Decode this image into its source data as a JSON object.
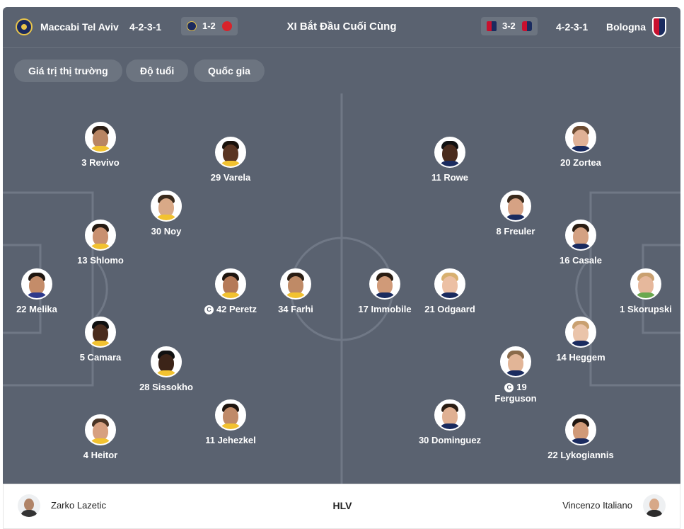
{
  "header": {
    "home_team": "Maccabi Tel Aviv",
    "home_formation": "4-2-3-1",
    "home_recent_score": "1-2",
    "title": "XI Bắt Đầu Cuối Cùng",
    "away_recent_score": "3-2",
    "away_formation": "4-2-3-1",
    "away_team": "Bologna"
  },
  "filters": {
    "market_value": "Giá trị thị trường",
    "age": "Độ tuổi",
    "nationality": "Quốc gia"
  },
  "home_players": [
    {
      "label": "3 Revivo",
      "captain": false
    },
    {
      "label": "29 Varela",
      "captain": false
    },
    {
      "label": "30 Noy",
      "captain": false
    },
    {
      "label": "13 Shlomo",
      "captain": false
    },
    {
      "label": "22 Melika",
      "captain": false
    },
    {
      "label": "42 Peretz",
      "captain": true
    },
    {
      "label": "34 Farhi",
      "captain": false
    },
    {
      "label": "5 Camara",
      "captain": false
    },
    {
      "label": "28 Sissokho",
      "captain": false
    },
    {
      "label": "4 Heitor",
      "captain": false
    },
    {
      "label": "11 Jehezkel",
      "captain": false
    }
  ],
  "away_players": [
    {
      "label": "11 Rowe",
      "captain": false
    },
    {
      "label": "20 Zortea",
      "captain": false
    },
    {
      "label": "8 Freuler",
      "captain": false
    },
    {
      "label": "16 Casale",
      "captain": false
    },
    {
      "label": "17 Immobile",
      "captain": false
    },
    {
      "label": "21 Odgaard",
      "captain": false
    },
    {
      "label": "1 Skorupski",
      "captain": false
    },
    {
      "label": "14 Heggem",
      "captain": false
    },
    {
      "label": "19 Ferguson",
      "captain": true
    },
    {
      "label": "30 Dominguez",
      "captain": false
    },
    {
      "label": "22 Lykogiannis",
      "captain": false
    }
  ],
  "coaches": {
    "home": "Zarko Lazetic",
    "center_label": "HLV",
    "away": "Vincenzo Italiano"
  },
  "captain_symbol": "C",
  "colors": {
    "pitch": "#5a6270",
    "pill": "#6c7480",
    "line": "#7a828d"
  },
  "icons": [
    "maccabi-crest-icon",
    "hapoel-crest-icon",
    "genoa-crest-icon",
    "bologna-crest-icon",
    "captain-icon"
  ]
}
